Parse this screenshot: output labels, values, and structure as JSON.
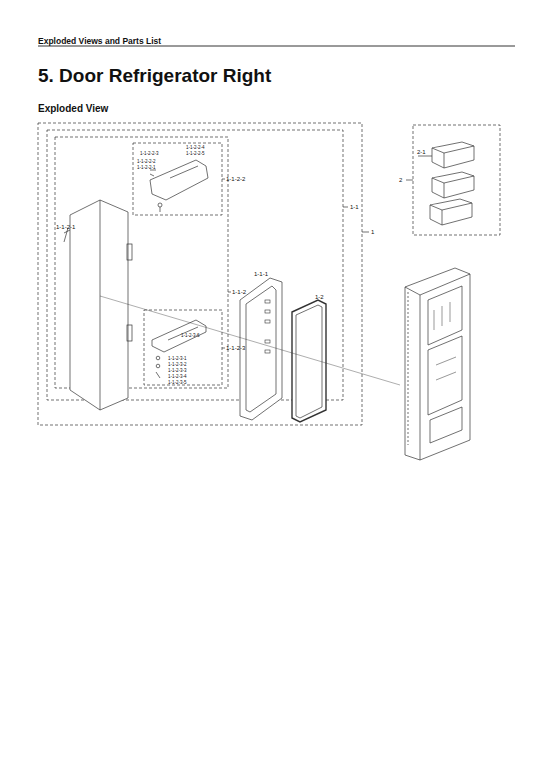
{
  "diagram": {
    "title": "5. Door Refrigerator Right",
    "labels": [
      "Exploded Views and Parts List",
      "Exploded View",
      "1",
      "1-1",
      "1-1-2",
      "1-1-2-2",
      "1-1-2-2-1",
      "1-1-2-2-2",
      "1-1-2-2-3",
      "1-1-2-2-4",
      "1-1-2-2-5",
      "1-1-2-3",
      "1-1-2-3-1",
      "1-1-2-3-2",
      "1-1-2-3-3",
      "1-1-2-3-4",
      "1-1-2-3-5",
      "1-1-2-3-6",
      "1-1-2-1",
      "1-1-1",
      "1-2",
      "2",
      "2-1"
    ]
  }
}
